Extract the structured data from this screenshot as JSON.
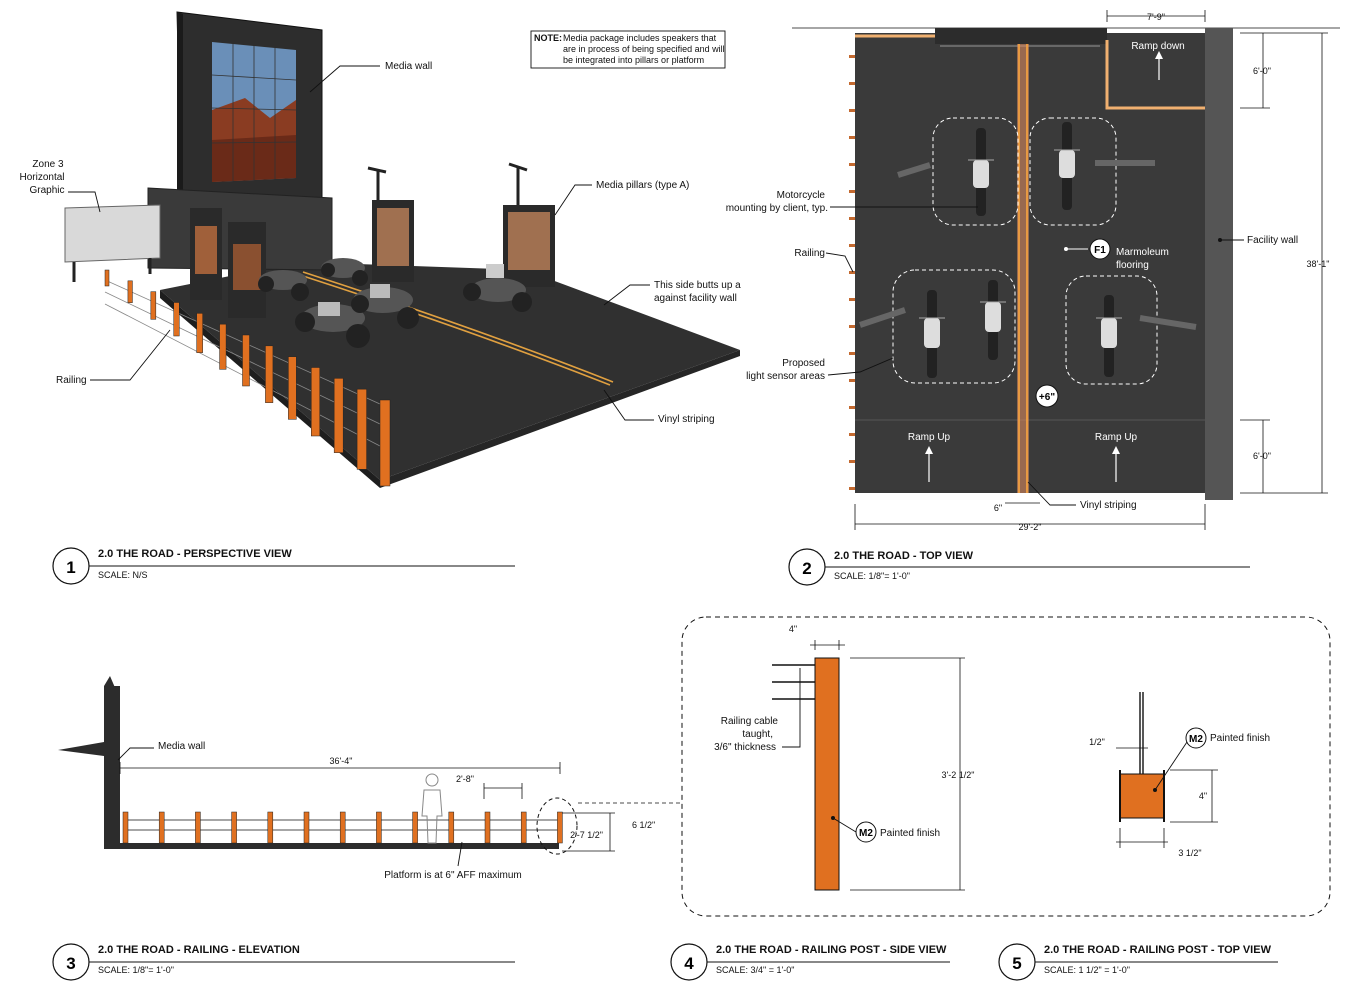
{
  "note": {
    "prefix": "NOTE:",
    "line1": "Media package includes speakers that",
    "line2": "are in process of being specified and will",
    "line3": "be integrated into pillars or platform"
  },
  "perspective": {
    "labels": {
      "media_wall": "Media wall",
      "zone3_l1": "Zone 3",
      "zone3_l2": "Horizontal",
      "zone3_l3": "Graphic",
      "media_pillars": "Media pillars (type A)",
      "side_butts_l1": "This side butts up a",
      "side_butts_l2": "against facility wall",
      "railing": "Railing",
      "vinyl_striping": "Vinyl striping"
    }
  },
  "top_view": {
    "labels": {
      "ramp_down": "Ramp down",
      "motorcycle_l1": "Motorcycle",
      "motorcycle_l2": "mounting by client, typ.",
      "railing": "Railing",
      "f1_tag": "F1",
      "marmoleum_l1": "Marmoleum",
      "marmoleum_l2": "flooring",
      "facility_wall": "Facility wall",
      "sensor_l1": "Proposed",
      "sensor_l2": "light sensor areas",
      "plus6": "+6\"",
      "ramp_up_left": "Ramp Up",
      "ramp_up_right": "Ramp Up",
      "vinyl_striping": "Vinyl striping"
    },
    "dims": {
      "top": "7'-9\"",
      "upper_right": "6'-0\"",
      "overall_right": "38'-1\"",
      "lower_right": "6'-0\"",
      "stripe": "6\"",
      "width": "29'-2\""
    }
  },
  "elevation": {
    "labels": {
      "media_wall": "Media wall",
      "platform": "Platform is at 6\" AFF maximum"
    },
    "dims": {
      "length": "36'-4\"",
      "spacing": "2'-8\"",
      "height": "2'-7 1/2\"",
      "platform": "6 1/2\""
    }
  },
  "post_side": {
    "labels": {
      "cable_l1": "Railing cable",
      "cable_l2": "taught,",
      "cable_l3": "3/6\" thickness",
      "tag": "M2",
      "finish": "Painted finish"
    },
    "dims": {
      "width": "4\"",
      "height": "3'-2 1/2\""
    }
  },
  "post_top": {
    "labels": {
      "tag": "M2",
      "finish": "Painted finish"
    },
    "dims": {
      "cable": "1/2\"",
      "depth": "4\"",
      "width": "3 1/2\""
    }
  },
  "views": [
    {
      "number": "1",
      "title": "2.0 THE ROAD - PERSPECTIVE VIEW",
      "scale": "SCALE: N/S"
    },
    {
      "number": "2",
      "title": "2.0 THE ROAD - TOP VIEW",
      "scale": "SCALE: 1/8\"= 1'-0\""
    },
    {
      "number": "3",
      "title": "2.0 THE ROAD - RAILING - ELEVATION",
      "scale": "SCALE: 1/8\"= 1'-0\""
    },
    {
      "number": "4",
      "title": "2.0 THE ROAD - RAILING POST - SIDE VIEW",
      "scale": "SCALE: 3/4\" = 1'-0\""
    },
    {
      "number": "5",
      "title": "2.0 THE ROAD - RAILING POST - TOP VIEW",
      "scale": "SCALE: 1 1/2\" = 1'-0\""
    }
  ],
  "colors": {
    "floor": "#3a3a3a",
    "post_orange": "#e07020",
    "stripe_orange": "#f0a040",
    "wall_dark": "#2c2c2c",
    "facility_wall": "#555555"
  }
}
